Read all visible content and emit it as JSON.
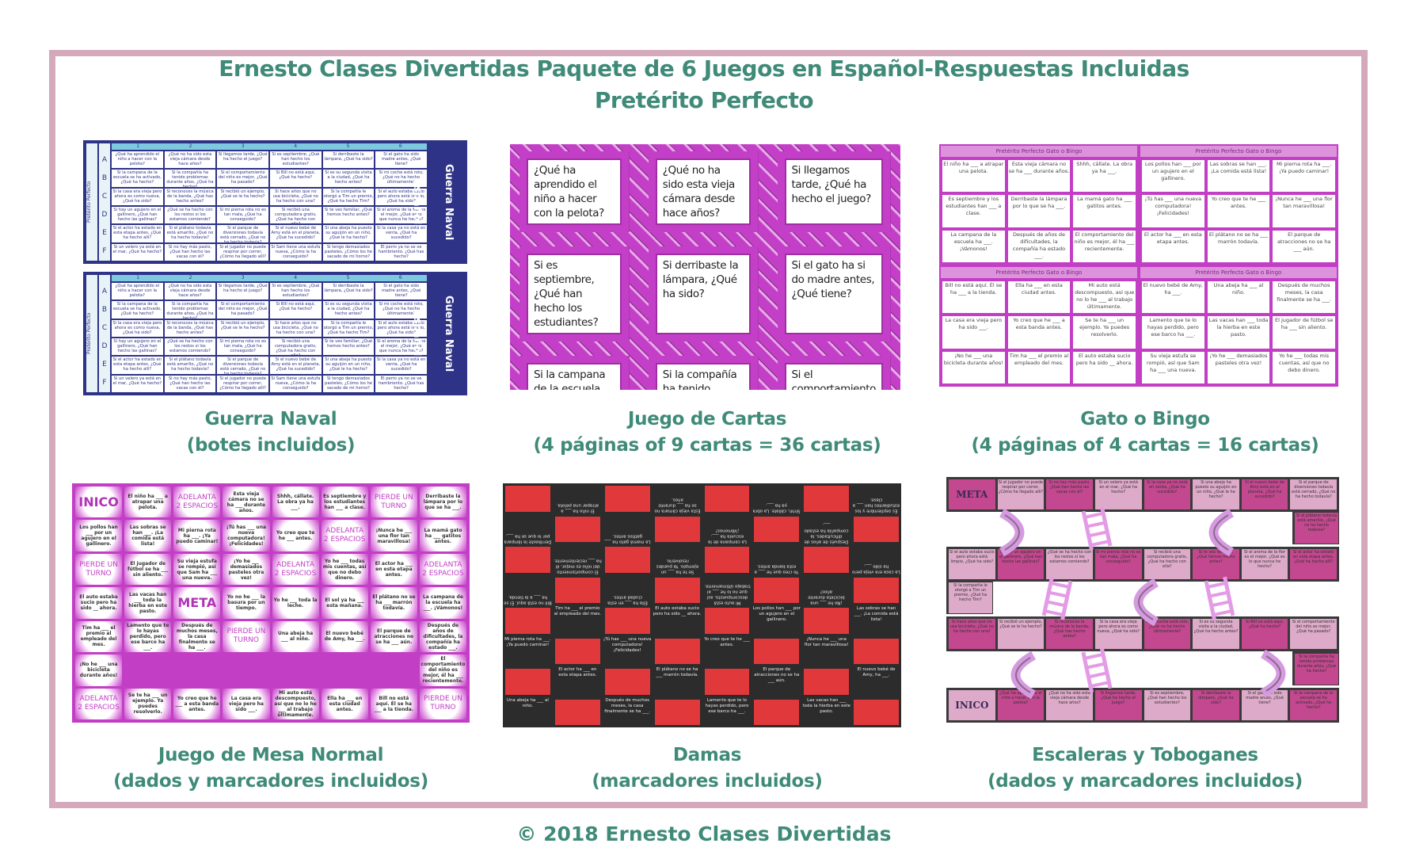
{
  "title": {
    "line1": "Ernesto Clases Divertidas Paquete de 6 Juegos en Español-Respuestas Incluidas",
    "line2": "Pretérito Perfecto"
  },
  "colors": {
    "accent_text": "#3f8a78",
    "frame": "#d4a9bb",
    "magenta": "#c23ec5",
    "navy": "#2e3387",
    "checker_red": "#e0383b",
    "checker_black": "#2c2c2c"
  },
  "games": [
    {
      "name": "Guerra Naval",
      "detail": "(botes incluidos)"
    },
    {
      "name": "Juego de Cartas",
      "detail": "(4 páginas of 9 cartas = 36 cartas)"
    },
    {
      "name": "Gato o Bingo",
      "detail": "(4 páginas of 4 cartas = 16 cartas)"
    },
    {
      "name": "Juego de Mesa Normal",
      "detail": "(dados y marcadores incluidos)"
    },
    {
      "name": "Damas",
      "detail": "(marcadores incluidos)"
    },
    {
      "name": "Escaleras y Toboganes",
      "detail": "(dados y marcadores incluidos)"
    }
  ],
  "copyright": "© 2018 Ernesto Clases Divertidas",
  "guerra_naval": {
    "side_label": "Pretérito Perfecto",
    "board_title": "Guerra Naval Español",
    "columns": [
      "1",
      "2",
      "3",
      "4",
      "5",
      "6"
    ],
    "rows": [
      "A",
      "B",
      "C",
      "D",
      "E",
      "F"
    ],
    "cells": [
      [
        "¿Qué ha aprendido el niño a hacer con la pelota?",
        "¿Qué no ha sido esta vieja cámara desde hace años?",
        "Si llegamos tarde, ¿Qué ha hecho el juego?",
        "Si es septiembre, ¿Qué han hecho los estudiantes?",
        "Si derribaste la lámpara, ¿Qué ha sido?",
        "Si el gato ha sido madre antes, ¿Qué tiene?"
      ],
      [
        "Si la campana de la escuela se ha activado, ¿Qué ha hecho?",
        "Si la compañía ha tenido problemas durante años, ¿Qué ha hecho?",
        "Si el comportamiento del niño es mejor, ¿Qué ha pasado?",
        "Si Bill no está aquí, ¿Qué ha hecho?",
        "Si es su segunda visita a la ciudad, ¿Qué ha hecho antes?",
        "Si mi coche está roto, ¿Qué no ha hecho últimamente?"
      ],
      [
        "Si la casa era vieja pero ahora es como nueva, ¿Qué ha sido?",
        "Si reconoces la música de la banda, ¿Qué has hecho antes?",
        "Si recibió un ejemplo, ¿Qué se le ha hecho?",
        "Si hace años que no usa bicicleta, ¿Qué no ha hecho con una?",
        "Si la compañía le otorgó a Tim un premio, ¿Qué ha hecho Tim?",
        "Si el auto estaba sucio pero ahora está limpio, ¿Qué ha sido?"
      ],
      [
        "Si hay un agujero en el gallinero, ¿Qué han hecho las gallinas?",
        "¿Qué se ha hecho con los restos si los estamos comiendo?",
        "Si mi pierna rota no es tan mala, ¿Qué ha conseguido?",
        "Si recibió una computadora gratis, ¿Qué ha hecho con ella?",
        "Si te ves familiar, ¿Qué hemos hecho antes?",
        "Si el aroma de la flor es el mejor, ¿Qué es lo que nunca he hecho?"
      ],
      [
        "Si el actor ha estado en esta etapa antes, ¿Qué ha hecho allí?",
        "Si el plátano todavía está amarillo, ¿Qué no ha hecho todavía?",
        "Si el parque de diversiones todavía está cerrado, ¿Qué no ha hecho todavía?",
        "Si el nuevo bebé de Amy está en el planeta, ¿Qué ha sucedido?",
        "Si una abeja ha puesto su aguijón en un niño, ¿Qué le ha hecho?",
        "Si la casa ya no está en venta, ¿Qué ha sucedido?"
      ],
      [
        "Si un velero ya está en el mar, ¿Qué ha hecho?",
        "Si no hay más pasto, ¿Qué han hecho las vacas con él?",
        "Si el jugador no puede respirar por correr, ¿Cómo ha llegado allí?",
        "Si Sam tiene una estufa nueva, ¿Cómo la ha conseguido?",
        "Si tengo demasiados pasteles, ¿Cómo los he sacado de mi horno?",
        "El perro ya no se ve hambriento. ¿Qué has hecho?"
      ]
    ]
  },
  "cards": [
    "¿Qué ha aprendido el niño a hacer con la pelota?",
    "¿Qué no ha sido esta vieja cámara desde hace años?",
    "Si llegamos tarde, ¿Qué ha hecho el juego?",
    "Si es septiembre, ¿Qué han hecho los estudiantes?",
    "Si derribaste la lámpara, ¿Qué ha sido?",
    "Si el gato ha si do madre antes, ¿Qué tiene?",
    "Si la campana de la escuela se ha activado, ¿Qué ha hecho?",
    "Si la compañía ha tenido problemas durante años, ¿Qué ha hecho?",
    "Si el comportamiento del niño es mejor, ¿Qué ha pasado?"
  ],
  "bingo": {
    "header": "Pretérito Perfecto Gato o Bingo",
    "boards": [
      [
        "El niño ha ___ a atrapar una pelota.",
        "Esta vieja cámara no se ha ___ durante años.",
        "Shhh, cállate. La obra ya ha ___.",
        "Es septiembre y los estudiantes han ___ a clase.",
        "Derribaste la lámpara por lo que se ha ___.",
        "La mamá gato ha ___ gatitos antes.",
        "La campana de la escuela ha ___. ¡Vámonos!",
        "Después de años de dificultades, la compañía ha estado ___.",
        "El comportamiento del niño es mejor, él ha ___ recientemente."
      ],
      [
        "Los pollos han ___ por un agujero en el gallinero.",
        "Las sobras se han ___. ¡La comida está lista!",
        "Mi pierna rota ha ___. ¡Ya puedo caminar!",
        "¡Tú has ___ una nueva computadora! ¡Felicidades!",
        "Yo creo que te he ___ antes.",
        "¡Nunca he ___ una flor tan maravillosa!",
        "El actor ha ___ en esta etapa antes.",
        "El plátano no se ha ___ marrón todavía.",
        "El parque de atracciones no se ha ___ aún."
      ],
      [
        "Bill no está aquí. Él se ha ___ a la tienda.",
        "Ella ha ___ en esta ciudad antes.",
        "Mi auto está descompuesto, así que no lo he ___ al trabajo últimamente.",
        "La casa era vieja pero ha sido ___.",
        "Yo creo que he ___ a esta banda antes.",
        "Se te ha ___ un ejemplo. Ya puedes resolverlo.",
        "¡No he ___ una bicicleta durante años!",
        "Tim ha ___ el premio al empleado del mes.",
        "El auto estaba sucio pero ha sido __ ahora."
      ],
      [
        "El nuevo bebé de Amy, ha ___.",
        "Una abeja ha ___ al niño.",
        "Después de muchos meses, la casa finalmente se ha ___.",
        "Lamento que te lo hayas perdido, pero ese barco ha ___.",
        "Las vacas han ___ toda la hierba en este pasto.",
        "El jugador de fútbol se ha ___ sin aliento.",
        "Su vieja estufa se rompió, así que Sam ha ___ una nueva.",
        "¡Yo he ___ demasiados pasteles otra vez!",
        "Yo he ___ todas mis cuentas, así que no debo dinero."
      ]
    ]
  },
  "board_game": {
    "cells": [
      [
        "INICO",
        "El niño ha ___ a atrapar una pelota.",
        "ADELANTA 2 ESPACIOS",
        "Esta vieja cámara no se ha ___ durante años.",
        "Shhh, cállate. La obra ya ha ___.",
        "Es septiembre y los estudiantes han ___ a clase.",
        "PIERDE UN TURNO",
        "Derribaste la lámpara por lo que se ha ___."
      ],
      [
        "Los pollos han ___ por un agujero en el gallinero.",
        "Las sobras se han ___. ¡La comida está lista!",
        "Mi pierna rota ha ___. ¡Ya puedo caminar!",
        "¡Tú has ___ una nueva computadora! ¡Felicidades!",
        "Yo creo que te he ___ antes.",
        "ADELANTA 2 ESPACIOS",
        "¡Nunca he ___ una flor tan maravillosa!",
        "La mamá gato ha ___ gatitos antes."
      ],
      [
        "PIERDE UN TURNO",
        "El jugador de fútbol se ha ___ sin aliento.",
        "Su vieja estufa se rompió, así que Sam ha ___ una nueva.",
        "¡Yo he ___ demasiados pasteles otra vez!",
        "ADELANTA 2 ESPACIOS",
        "Yo he ___ todas mis cuentas, así que no debo dinero.",
        "El actor ha ___ en esta etapa antes.",
        "ADELANTA 2 ESPACIOS"
      ],
      [
        "El auto estaba sucio pero ha sido __ ahora.",
        "Las vacas han ___ toda la hierba en este pasto.",
        "META",
        "Yo no he ___ la basura por un tiempo.",
        "Yo he ___ toda la leche.",
        "El sol ya ha ___ esta mañana.",
        "El plátano no se ha ___ marrón todavía.",
        "La campana de la escuela ha ___. ¡Vámonos!"
      ],
      [
        "Tim ha ___ el premio al empleado del mes.",
        "Lamento que te lo hayas perdido, pero ese barco ha ___.",
        "Después de muchos meses, la casa finalmente se ha ___.",
        "PIERDE UN TURNO",
        "Una abeja ha ___ al niño.",
        "El nuevo bebé de Amy, ha ___.",
        "El parque de atracciones no se ha ___ aún.",
        "Después de años de dificultades, la compañía ha estado ___."
      ],
      [
        "¡No he ___ una bicicleta durante años!",
        "",
        "",
        "",
        "",
        "",
        "",
        "El comportamiento del niño es mejor, él ha ___ recientemente."
      ],
      [
        "ADELANTA 2 ESPACIOS",
        "Se te ha ___ un ejemplo. Ya puedes resolverlo.",
        "Yo creo que he ___ a esta banda antes.",
        "La casa era vieja pero ha sido ___.",
        "Mi auto está descompuesto, así que no lo he ___ al trabajo últimamente.",
        "Ella ha ___ en esta ciudad antes.",
        "Bill no está aquí. Él se ha ___ a la tienda.",
        "PIERDE UN TURNO"
      ]
    ]
  },
  "damas": {
    "rows": [
      [
        "El niño ha ___ a atrapar una pelota.",
        "Esta vieja cámara no se ha ___ durante años.",
        "Shhh, cállate. La obra ya ha ___.",
        "Es septiembre y los estudiantes han ___ a clase."
      ],
      [
        "Derribaste la lámpara por lo que se ha ___.",
        "La mamá gato ha ___ gatitos antes.",
        "La campana de la escuela ha ___. ¡Vámonos!",
        "Después de años de dificultades, la compañía ha estado ___."
      ],
      [
        "El comportamiento del niño es mejor, él ha ___ recientemente.",
        "Se te ha ___ un ejemplo. Ya puedes resolverlo.",
        "Yo creo que he ___ a esta banda antes.",
        "La casa era vieja pero ha sido ___."
      ],
      [
        "Bill no está aquí. Él se ha ___ a la tienda.",
        "Ella ha ___ en esta ciudad antes.",
        "Mi auto está descompuesto, así que no lo he ___ al trabajo últimamente.",
        "¡No he ___ una bicicleta durante años!"
      ],
      [
        "Tim ha ___ el premio al empleado del mes.",
        "El auto estaba sucio pero ha sido __ ahora.",
        "Los pollos han ___ por un agujero en el gallinero.",
        "Las sobras se han ___. ¡La comida está lista!"
      ],
      [
        "Mi pierna rota ha ___. ¡Ya puedo caminar!",
        "¡Tú has ___ una nueva computadora! ¡Felicidades!",
        "Yo creo que te he ___ antes.",
        "¡Nunca he ___ una flor tan maravillosa!"
      ],
      [
        "El actor ha ___ en esta etapa antes.",
        "El plátano no se ha ___ marrón todavía.",
        "El parque de atracciones no se ha ___ aún.",
        "El nuevo bebé de Amy, ha ___."
      ],
      [
        "Una abeja ha ___ al niño.",
        "Después de muchos meses, la casa finalmente se ha ___.",
        "Lamento que te lo hayas perdido, pero ese barco ha ___.",
        "Las vacas han ___ toda la hierba en este pasto."
      ]
    ]
  },
  "escaleras": {
    "rows": [
      [
        "META",
        "Si el jugador no puede respirar por correr, ¿Cómo ha llegado allí?",
        "Si no hay más pasto, ¿Qué han hecho las vacas con él?",
        "Si un velero ya está en el mar, ¿Qué ha hecho?",
        "Si la casa ya no está en venta, ¿Qué ha sucedido?",
        "Si una abeja ha puesto su aguijón en un niño, ¿Qué le ha hecho?",
        "Si el nuevo bebé de Amy está en el planeta, ¿Qué ha sucedido?",
        "Si el parque de diversiones todavía está cerrado, ¿Qué no ha hecho todavía?"
      ],
      [
        "Si el auto estaba sucio pero ahora está limpio, ¿Qué ha sido?",
        "Si hay un agujero en el gallinero, ¿Qué han hecho las gallinas?",
        "¿Qué se ha hecho con los restos si los estamos comiendo?",
        "Si mi pierna rota no es tan mala, ¿Qué ha conseguido?",
        "Si recibió una computadora gratis, ¿Qué ha hecho con ella?",
        "Si te ves familiar, ¿Qué hemos hecho antes?",
        "Si el aroma de la flor es el mejor, ¿Qué es lo que nunca he hecho?",
        "Si el actor ha estado en esta etapa antes, ¿Qué ha hecho allí?"
      ],
      [
        "Si hace años que no usa bicicleta, ¿Qué no ha hecho con una?",
        "Si recibió un ejemplo, ¿Qué se le ha hecho?",
        "Si reconoces la música de la banda, ¿Qué has hecho antes?",
        "Si la casa era vieja pero ahora es como nueva, ¿Qué ha sido?",
        "Si mi coche está roto, ¿Qué no ha hecho últimamente?",
        "Si es su segunda visita a la ciudad, ¿Qué ha hecho antes?",
        "Si Bill no está aquí, ¿Qué ha hecho?",
        "Si el comportamiento del niño es mejor, ¿Qué ha pasado?"
      ],
      [
        "INICO",
        "¿Qué ha aprendido el niño a hacer con la pelota?",
        "¿Qué no ha sido esta vieja cámara desde hace años?",
        "Si llegamos tarde, ¿Qué ha hecho el juego?",
        "Si es septiembre, ¿Qué han hecho los estudiantes?",
        "Si derribaste la lámpara, ¿Qué ha sido?",
        "Si el gato ha sido madre antes, ¿Qué tiene?",
        "Si la campana de la escuela se ha activado, ¿Qué ha hecho?"
      ]
    ],
    "connectors": [
      "Si el plátano todavía está amarillo, ¿Qué no ha hecho todavía?",
      "Si la compañía le otorgó a Tim un premio, ¿Qué ha hecho Tim?",
      "Si la compañía ha tenido problemas durante años, ¿Qué ha hecho?"
    ]
  }
}
